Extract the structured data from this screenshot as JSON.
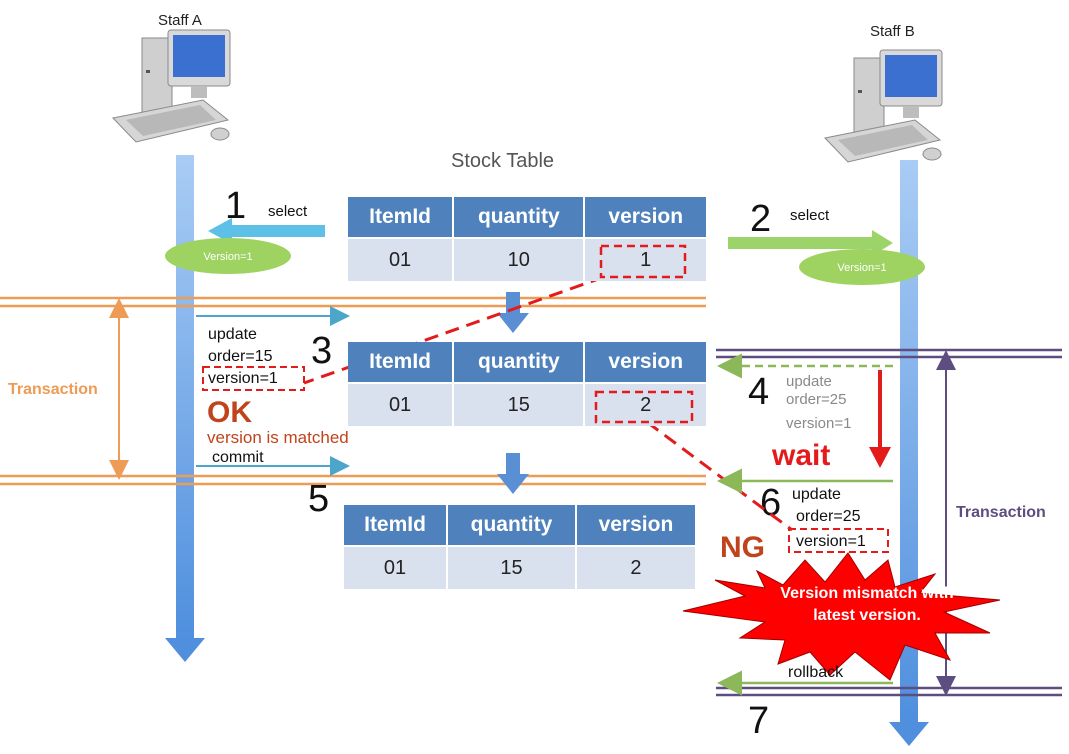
{
  "colors": {
    "staff_a_lane": "#6aa2e8",
    "transaction_a": "#ed9b55",
    "transaction_b": "#5e4d80",
    "table_header": "#4f81bd",
    "table_cell": "#d9e1ef",
    "ok_ng_text": "#c0431c",
    "mismatch_dashes": "#e31b1b",
    "select_a_arrow": "#5ec0e6",
    "select_b_arrow": "#9dd46a",
    "version_ellipse": "#9fd361",
    "burst": "#ff0000"
  },
  "actors": {
    "staff_a": "Staff A",
    "staff_b": "Staff B"
  },
  "title": "Stock Table",
  "tables": [
    {
      "headers": [
        "ItemId",
        "quantity",
        "version"
      ],
      "row": [
        "01",
        "10",
        "1"
      ]
    },
    {
      "headers": [
        "ItemId",
        "quantity",
        "version"
      ],
      "row": [
        "01",
        "15",
        "2"
      ]
    },
    {
      "headers": [
        "ItemId",
        "quantity",
        "version"
      ],
      "row": [
        "01",
        "15",
        "2"
      ]
    }
  ],
  "steps": {
    "s1": "1",
    "s2": "2",
    "s3": "3",
    "s4": "4",
    "s5": "5",
    "s6": "6",
    "s7": "7"
  },
  "labels": {
    "select_a": "select",
    "select_b": "select",
    "version_a": "Version=1",
    "version_b": "Version=1",
    "update_a_1": "update",
    "update_a_2": "order=15",
    "update_a_3": "version=1",
    "ok": "OK",
    "matched": "version is matched",
    "commit": "commit",
    "update_b_1": "update",
    "update_b_2": "order=25",
    "update_b_3": "version=1",
    "wait": "wait",
    "update_c_1": "update",
    "update_c_2": "order=25",
    "update_c_3": "version=1",
    "ng": "NG",
    "mismatch_1": "Version mismatch with",
    "mismatch_2": "latest version.",
    "rollback": "rollback",
    "transaction_a": "Transaction",
    "transaction_b": "Transaction"
  }
}
